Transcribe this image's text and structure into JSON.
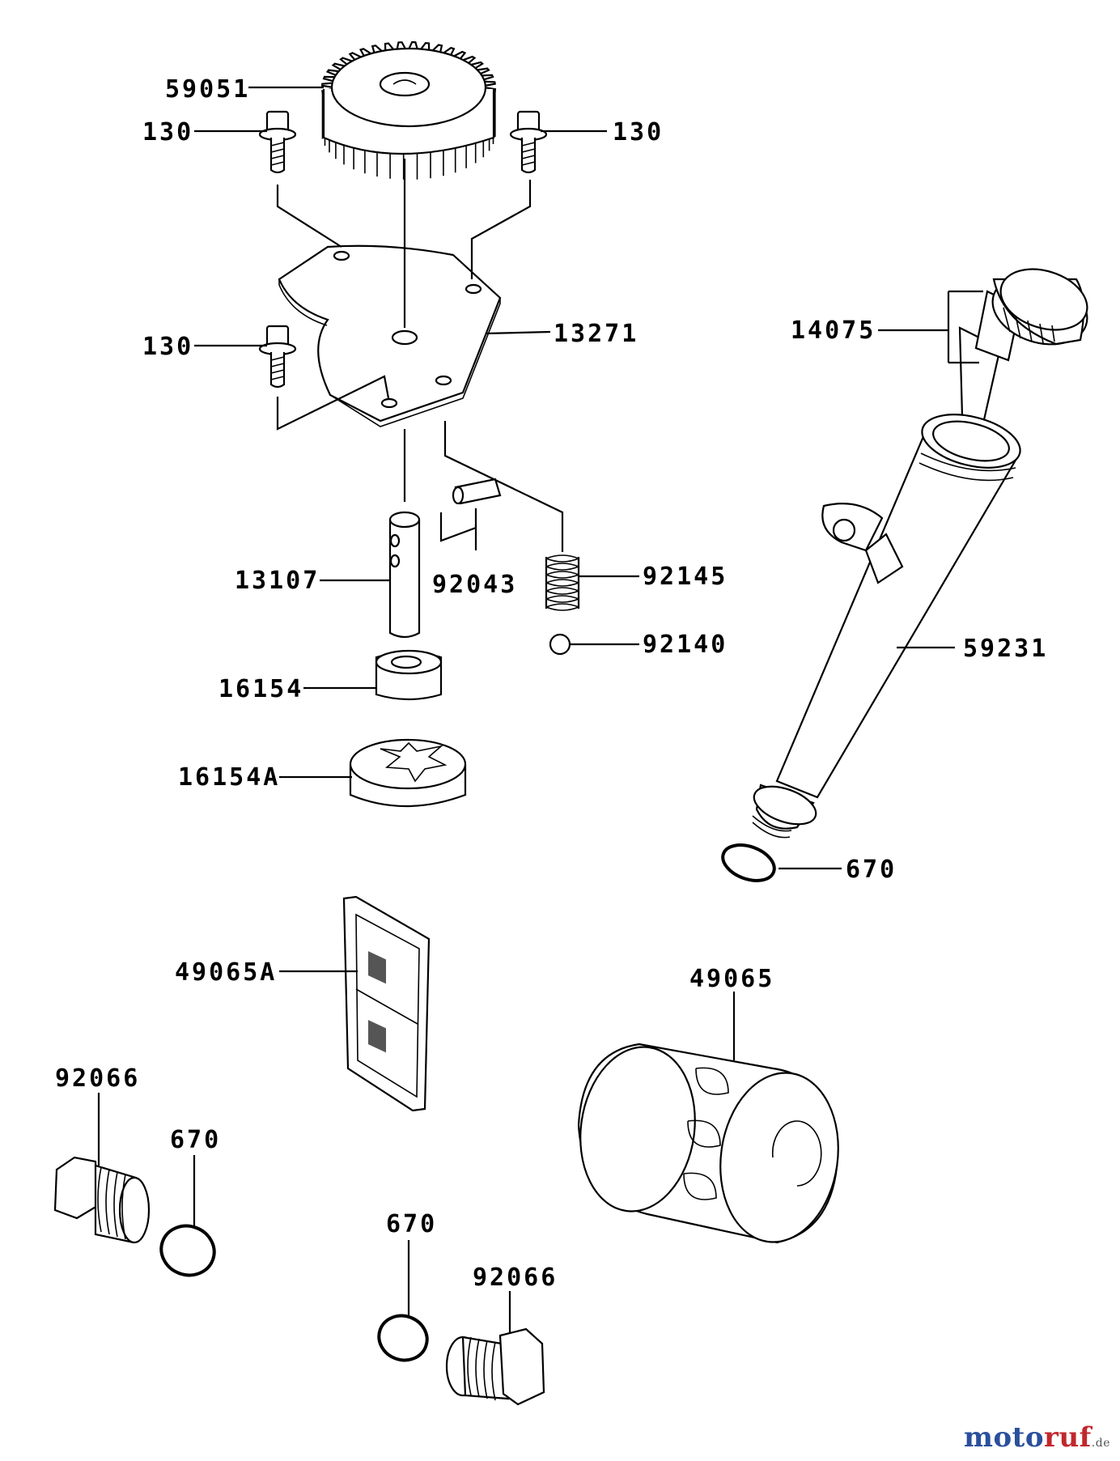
{
  "diagram": {
    "callouts": {
      "p59051": "59051",
      "p130a": "130",
      "p130b": "130",
      "p130c": "130",
      "p13271": "13271",
      "p14075": "14075",
      "p13107": "13107",
      "p92043": "92043",
      "p92145": "92145",
      "p92140": "92140",
      "p59231": "59231",
      "p16154": "16154",
      "p16154A": "16154A",
      "p670a": "670",
      "p49065A": "49065A",
      "p49065": "49065",
      "p92066a": "92066",
      "p670b": "670",
      "p670c": "670",
      "p92066b": "92066"
    }
  },
  "watermark": {
    "brand_part1": "moto",
    "brand_part2": "ruf",
    "brand_tld": ".de",
    "color_blue": "#2a4f9c",
    "color_red": "#c0282d"
  }
}
